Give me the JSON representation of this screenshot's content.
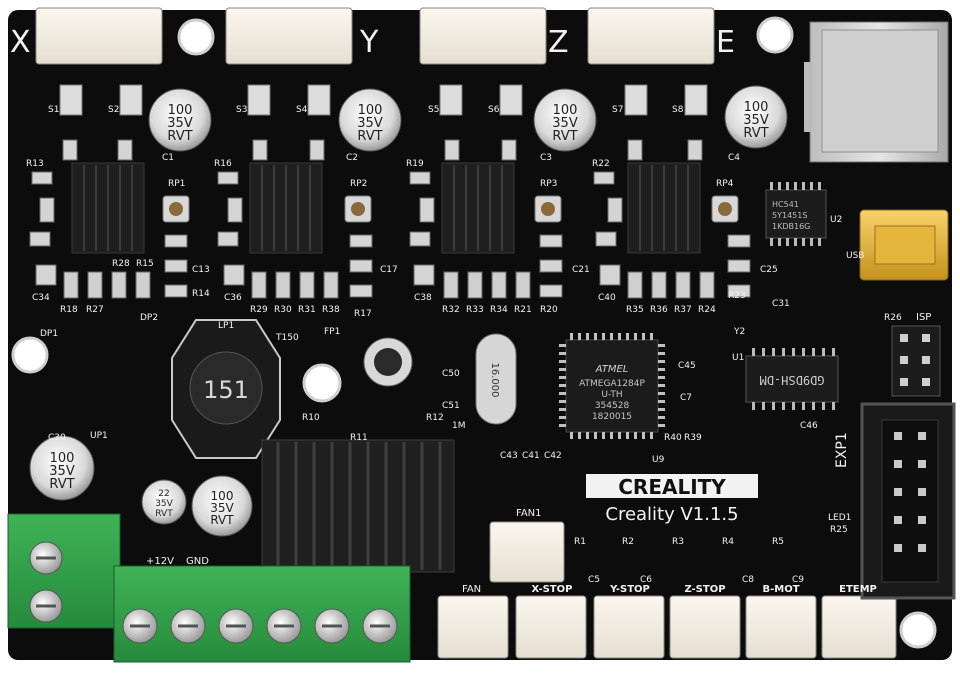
{
  "board": {
    "brand": "CREALITY",
    "model": "Creality V1.1.5",
    "axis_labels": [
      "X",
      "Y",
      "Z",
      "E"
    ],
    "mcu_lines": [
      "ATMEGA1284P",
      "U-TH",
      "354528",
      "1820015"
    ],
    "driver_chip": "GD9DSH-DM",
    "usb_chip_lines": [
      "HC541",
      "5Y1451S",
      "1KDB16G"
    ],
    "crystal": "16.000",
    "inductor": "151",
    "caps": {
      "c1": [
        "100",
        "35V",
        "RVT"
      ],
      "c30": [
        "100",
        "35V",
        "RVT"
      ],
      "c28": [
        "100",
        "35V",
        "RVT"
      ],
      "c_small": [
        "22",
        "35V",
        "RVT"
      ]
    },
    "bottom_connectors": [
      "X-STOP",
      "Y-STOP",
      "Z-STOP",
      "B-MOT",
      "ETEMP"
    ],
    "fan_labels": [
      "FAN1",
      "FAN"
    ],
    "power_labels": [
      "+12V",
      "GND"
    ],
    "header_labels": [
      "EXP1",
      "ISP",
      "LED1"
    ],
    "refs": {
      "motor_caps": [
        "C1",
        "C2",
        "C3",
        "C4"
      ],
      "pots": [
        "RP1",
        "RP2",
        "RP3",
        "RP4"
      ],
      "sense": [
        "S1",
        "S2",
        "S3",
        "S4",
        "S5",
        "S6",
        "S7",
        "S8"
      ],
      "row_res": [
        "R18",
        "R27",
        "R29",
        "R30",
        "R31",
        "R38",
        "R32",
        "R33",
        "R34",
        "R21",
        "R35",
        "R36",
        "R37",
        "R24"
      ],
      "row2_res": [
        "R13",
        "R16",
        "R19",
        "R22",
        "R28",
        "R15",
        "R20",
        "R23"
      ],
      "misc": [
        "C34",
        "C36",
        "C38",
        "C40",
        "C13",
        "C17",
        "C21",
        "C25",
        "C31",
        "R14",
        "R17",
        "U2",
        "U1",
        "Y2",
        "U9",
        "R39",
        "R40",
        "C45",
        "C7",
        "C46",
        "LP1",
        "DP1",
        "DP2",
        "UP1",
        "C50",
        "C51",
        "R10",
        "R11",
        "R12",
        "R26",
        "C30",
        "C5",
        "C6",
        "C8",
        "C9",
        "R1",
        "R2",
        "R3",
        "R4",
        "R5",
        "R25",
        "USB",
        "1M",
        "C43",
        "C41",
        "C42",
        "T150",
        "FP1"
      ]
    }
  }
}
